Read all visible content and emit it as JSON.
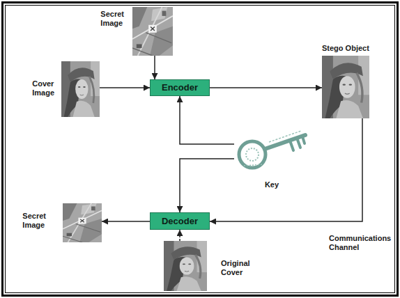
{
  "diagram": {
    "nodes": [
      {
        "text": [
          "Cover Image"
        ]
      },
      {
        "text": [
          "Secret Image"
        ]
      },
      {
        "text": [
          "Encoder"
        ]
      },
      {
        "text": [
          "Stego Object"
        ]
      },
      {
        "text": [
          "Key"
        ]
      },
      {
        "text": [
          "Decoder"
        ]
      },
      {
        "text": [
          "Secret Image"
        ]
      },
      {
        "text": [
          "Original Cover"
        ]
      }
    ],
    "edges": [
      {
        "from": 0,
        "to": 2,
        "arrow": "to"
      },
      {
        "from": 1,
        "to": 2,
        "arrow": "to"
      },
      {
        "from": 2,
        "to": 3,
        "arrow": "to"
      },
      {
        "from": 4,
        "to": 2,
        "arrow": "to"
      },
      {
        "from": 4,
        "to": 5,
        "arrow": "to"
      },
      {
        "from": 3,
        "to": 5,
        "arrow": "to",
        "label": "Communications Channel"
      },
      {
        "from": 5,
        "to": 6,
        "arrow": "to"
      },
      {
        "from": 7,
        "to": 5,
        "arrow": "to"
      }
    ]
  }
}
